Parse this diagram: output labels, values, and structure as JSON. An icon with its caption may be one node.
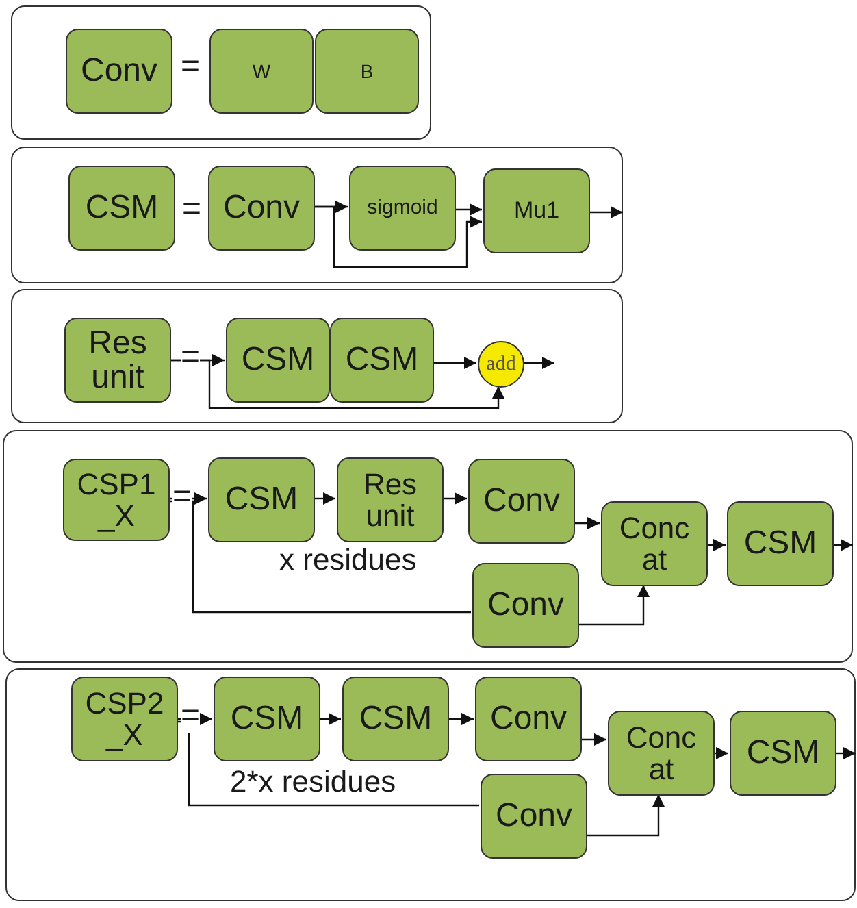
{
  "diagram": {
    "nodes": [
      {
        "text": [],
        "shape": "box"
      },
      {
        "text": [
          "Conv"
        ],
        "in": 0
      },
      {
        "text": [
          "W"
        ],
        "in": 0
      },
      {
        "text": [
          "B"
        ],
        "in": 0
      },
      {
        "text": [],
        "shape": "box"
      },
      {
        "text": [
          "CSM"
        ],
        "in": 4
      },
      {
        "text": [
          "Conv"
        ],
        "in": 4
      },
      {
        "text": [
          "sigmoid"
        ],
        "in": 4
      },
      {
        "text": [
          "Mu1"
        ],
        "in": 4
      },
      {
        "text": [],
        "shape": "box"
      },
      {
        "text": [
          "Res unit"
        ],
        "in": 9
      },
      {
        "text": [
          "CSM"
        ],
        "in": 9
      },
      {
        "text": [
          "CSM"
        ],
        "in": 9
      },
      {
        "text": [
          "add"
        ],
        "in": 9
      },
      {
        "text": [],
        "shape": "box"
      },
      {
        "text": [
          "CSP1 _X"
        ],
        "in": 14
      },
      {
        "text": [
          "CSM"
        ],
        "in": 14
      },
      {
        "text": [
          "Res unit"
        ],
        "in": 14
      },
      {
        "text": [
          "Conv"
        ],
        "in": 14
      },
      {
        "text": [
          "Conc at"
        ],
        "in": 14
      },
      {
        "text": [
          "CSM"
        ],
        "in": 14
      },
      {
        "text": [
          "Conv"
        ],
        "in": 14
      },
      {
        "text": [],
        "shape": "box"
      },
      {
        "text": [
          "CSP2 _X"
        ],
        "in": 22
      },
      {
        "text": [
          "CSM"
        ],
        "in": 22
      },
      {
        "text": [
          "CSM"
        ],
        "in": 22
      },
      {
        "text": [
          "Conv"
        ],
        "in": 22
      },
      {
        "text": [
          "Conc at"
        ],
        "in": 22
      },
      {
        "text": [
          "CSM"
        ],
        "in": 22
      },
      {
        "text": [
          "Conv"
        ],
        "in": 22
      }
    ],
    "edges": [
      {
        "from": 6,
        "to": 7,
        "arrow": "to"
      },
      {
        "from": 6,
        "to": 8,
        "arrow": "to"
      },
      {
        "from": 7,
        "to": 8,
        "arrow": "to"
      },
      {
        "from": 8,
        "to": null,
        "arrow": "to"
      },
      {
        "from": 10,
        "to": 11,
        "arrow": "to"
      },
      {
        "from": 10,
        "to": 13,
        "arrow": "to"
      },
      {
        "from": 12,
        "to": 13,
        "arrow": "to"
      },
      {
        "from": 13,
        "to": null,
        "arrow": "to"
      },
      {
        "from": 15,
        "to": 16,
        "arrow": "to"
      },
      {
        "from": 16,
        "to": 17,
        "arrow": "to"
      },
      {
        "from": 17,
        "to": 18,
        "arrow": "to"
      },
      {
        "from": 18,
        "to": 19,
        "arrow": "to"
      },
      {
        "from": 19,
        "to": 20,
        "arrow": "to"
      },
      {
        "from": 20,
        "to": null,
        "arrow": "to"
      },
      {
        "from": 15,
        "to": 21,
        "arrow": "none"
      },
      {
        "from": 21,
        "to": 19,
        "arrow": "to"
      },
      {
        "from": 23,
        "to": 24,
        "arrow": "to"
      },
      {
        "from": 24,
        "to": 25,
        "arrow": "to"
      },
      {
        "from": 25,
        "to": 26,
        "arrow": "to"
      },
      {
        "from": 26,
        "to": 27,
        "arrow": "to"
      },
      {
        "from": 27,
        "to": 28,
        "arrow": "to"
      },
      {
        "from": 28,
        "to": null,
        "arrow": "to"
      },
      {
        "from": 23,
        "to": 29,
        "arrow": "none"
      },
      {
        "from": 29,
        "to": 27,
        "arrow": "to"
      }
    ],
    "labels": [
      "=",
      "=",
      "=",
      "=",
      "x residues",
      "=",
      "2*x residues"
    ]
  }
}
